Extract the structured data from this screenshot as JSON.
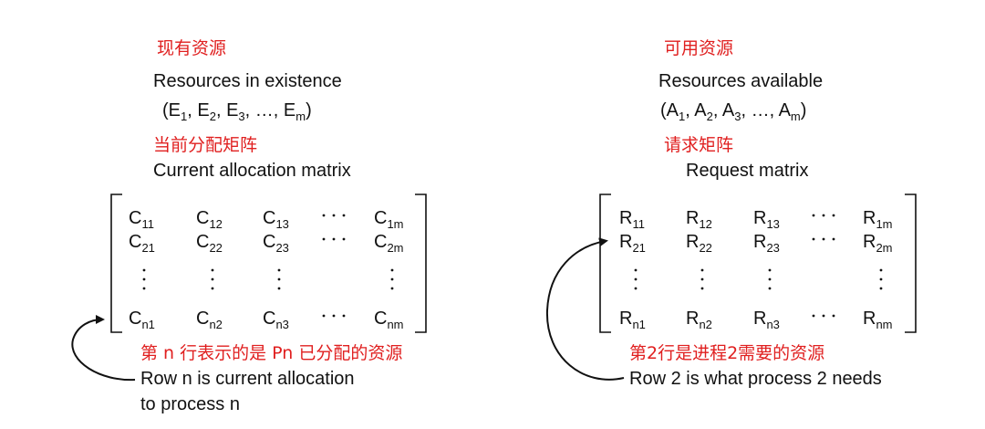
{
  "left": {
    "zh_resources": "现有资源",
    "en_resources": "Resources in existence",
    "vector_letter": "E",
    "vector_subs": [
      "1",
      "2",
      "3",
      "m"
    ],
    "ellipsis": "…",
    "zh_matrix": "当前分配矩阵",
    "en_matrix": "Current allocation matrix",
    "cell_letter": "C",
    "row1_subs": [
      "11",
      "12",
      "13",
      "1m"
    ],
    "row2_subs": [
      "21",
      "22",
      "23",
      "2m"
    ],
    "rown_subs": [
      "n1",
      "n2",
      "n3",
      "nm"
    ],
    "zh_note": "第 n 行表示的是 Pn 已分配的资源",
    "en_note_line1": "Row n is current allocation",
    "en_note_line2": "to process n"
  },
  "right": {
    "zh_resources": "可用资源",
    "en_resources": "Resources available",
    "vector_letter": "A",
    "vector_subs": [
      "1",
      "2",
      "3",
      "m"
    ],
    "ellipsis": "…",
    "zh_matrix": "请求矩阵",
    "en_matrix": "Request matrix",
    "cell_letter": "R",
    "row1_subs": [
      "11",
      "12",
      "13",
      "1m"
    ],
    "row2_subs": [
      "21",
      "22",
      "23",
      "2m"
    ],
    "rown_subs": [
      "n1",
      "n2",
      "n3",
      "nm"
    ],
    "zh_note": "第2行是进程2需要的资源",
    "en_note_line1": "Row 2 is what process 2 needs"
  },
  "colors": {
    "annotation": "#e01f1f",
    "text": "#111111"
  }
}
